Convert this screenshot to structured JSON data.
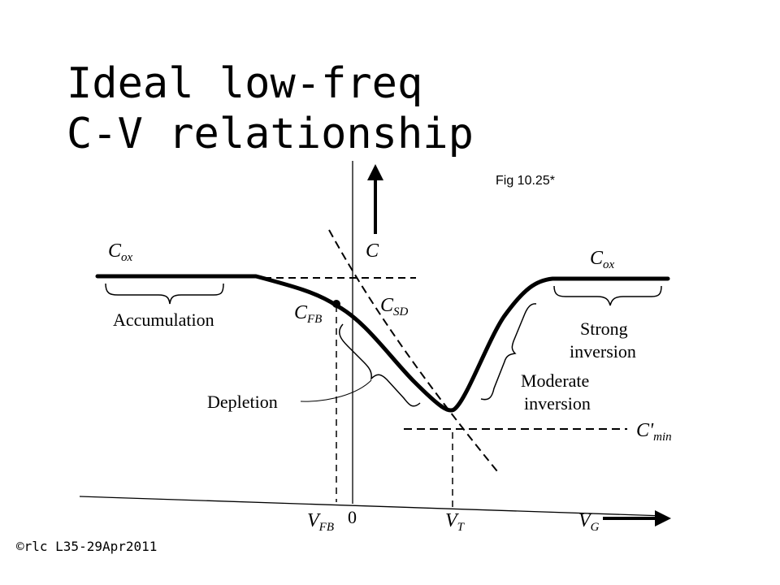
{
  "title": {
    "line1": "Ideal low-freq",
    "line2": "C-V relationship"
  },
  "figure_ref": "Fig 10.25*",
  "footer": "©rlc L35-29Apr2011",
  "diagram": {
    "axis_c": "C",
    "axis_vg": {
      "base": "V",
      "sub": "G"
    },
    "origin": "0",
    "cox_left": {
      "base": "C",
      "sub": "ox"
    },
    "cox_right": {
      "base": "C",
      "sub": "ox"
    },
    "cfb": {
      "base": "C",
      "sub": "FB"
    },
    "csd": {
      "base": "C",
      "sub": "SD"
    },
    "cmin": {
      "base": "C'",
      "sub": "min"
    },
    "vfb": {
      "base": "V",
      "sub": "FB"
    },
    "vt": {
      "base": "V",
      "sub": "T"
    },
    "regions": {
      "accumulation": "Accumulation",
      "depletion": "Depletion",
      "moderate_1": "Moderate",
      "moderate_2": "inversion",
      "strong_1": "Strong",
      "strong_2": "inversion"
    }
  }
}
